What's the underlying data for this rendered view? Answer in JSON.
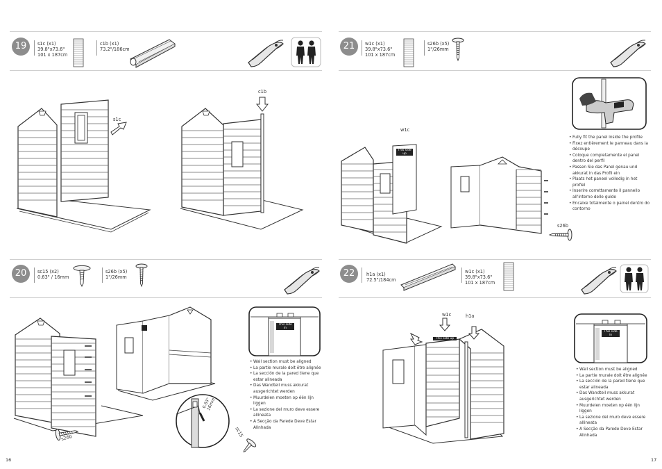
{
  "steps": [
    {
      "number": "19",
      "parts": [
        {
          "label": "s1c (x1)",
          "dims": [
            "39.8\"x73.6\"",
            "101 x 187cm"
          ]
        },
        {
          "label": "c1b (x1)",
          "dims": [
            "73.2\"/186cm"
          ]
        }
      ],
      "callouts": [
        "s1c",
        "c1b"
      ]
    },
    {
      "number": "20",
      "parts": [
        {
          "label": "sc15 (x2)",
          "dims": [
            "0.63\" / 16mm"
          ]
        },
        {
          "label": "s26b (x5)",
          "dims": [
            "1\"/26mm"
          ]
        }
      ],
      "callouts": [
        "s26b",
        "sc15"
      ],
      "detail": [
        "0.63\"",
        "16mm"
      ],
      "badge": "This side in",
      "notes": [
        "Wall section must be aligned",
        "La partie murale doit être alignée",
        "La sección de la pared tiene que estar alineada",
        "Das Wandteil muss akkurat ausgerichtet werden",
        "Muurdelen moeten op één lijn liggen",
        "La sezione del muro deve essere allineata",
        "A Secção da Parede Deve Estar Alinhada"
      ]
    },
    {
      "number": "21",
      "parts": [
        {
          "label": "w1c (x1)",
          "dims": [
            "39.8\"x73.6\"",
            "101 x 187cm"
          ]
        },
        {
          "label": "s26b (x5)",
          "dims": [
            "1\"/26mm"
          ]
        }
      ],
      "callouts": [
        "w1c",
        "s26b"
      ],
      "badge": "This side up",
      "notes": [
        "Fully fit the panel inside the profile",
        "Fixez entièrement le panneau dans la découpe",
        "Coloque completamente el panel dentro del perfil",
        "Passen Sie das Panel genau und akkurat in das Profil ein",
        "Plaats het paneel volledig in het profiel",
        "Inserire correttamente il pannello all'interno delle guide",
        "Encaixe totalmente o painel dentro do contorno"
      ]
    },
    {
      "number": "22",
      "parts": [
        {
          "label": "h1a (x1)",
          "dims": [
            "72.5\"/184cm"
          ]
        },
        {
          "label": "w1c (x1)",
          "dims": [
            "39.8\"x73.6\"",
            "101 x 187cm"
          ]
        }
      ],
      "callouts": [
        "w1c",
        "h1a"
      ],
      "badge": "This side up",
      "detail_badge": "This side in",
      "notes": [
        "Wall section must be aligned",
        "La partie murale doit être alignée",
        "La sección de la pared tiene que estar alineada",
        "Das Wandteil muss akkurat ausgerichtet werden",
        "Muurdelen moeten op één lijn liggen",
        "La sezione del muro deve essere allineata",
        "A Secção da Parede Deve Estar Alinhada"
      ]
    }
  ],
  "pages": {
    "left": "16",
    "right": "17"
  },
  "icons": {
    "tool": "pliers-icon",
    "people": "two-people-icon",
    "screw": "screw-icon",
    "drill": "drill-icon"
  }
}
